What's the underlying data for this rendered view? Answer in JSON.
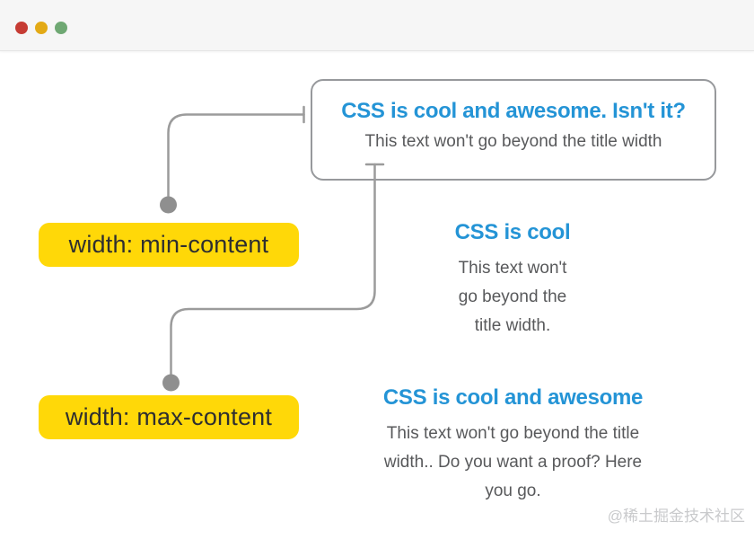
{
  "window": {
    "close_button": "close",
    "minimize_button": "minimize",
    "zoom_button": "zoom"
  },
  "title_card": {
    "title": "CSS is cool and awesome. Isn't it?",
    "body": "This text won't go beyond the title width"
  },
  "labels": {
    "min": "width: min-content",
    "max": "width: max-content"
  },
  "min_example": {
    "title": "CSS is cool",
    "body": "This text won't\ngo beyond the\ntitle width."
  },
  "max_example": {
    "title": "CSS is cool and awesome",
    "body": "This text won't go beyond the title\nwidth.. Do you want a proof? Here\nyou go."
  },
  "watermark": "@稀土掘金技术社区",
  "colors": {
    "accent_blue": "#2494d6",
    "label_yellow": "#ffd808",
    "connector_gray": "#9b9b9b",
    "body_text_gray": "#58595b",
    "card_border_gray": "#97999c",
    "titlebar_bg": "#f6f6f6",
    "traffic_red": "#c63c34",
    "traffic_yellow": "#e3aa16",
    "traffic_green": "#6fa873",
    "watermark_gray": "#c9cacc"
  }
}
